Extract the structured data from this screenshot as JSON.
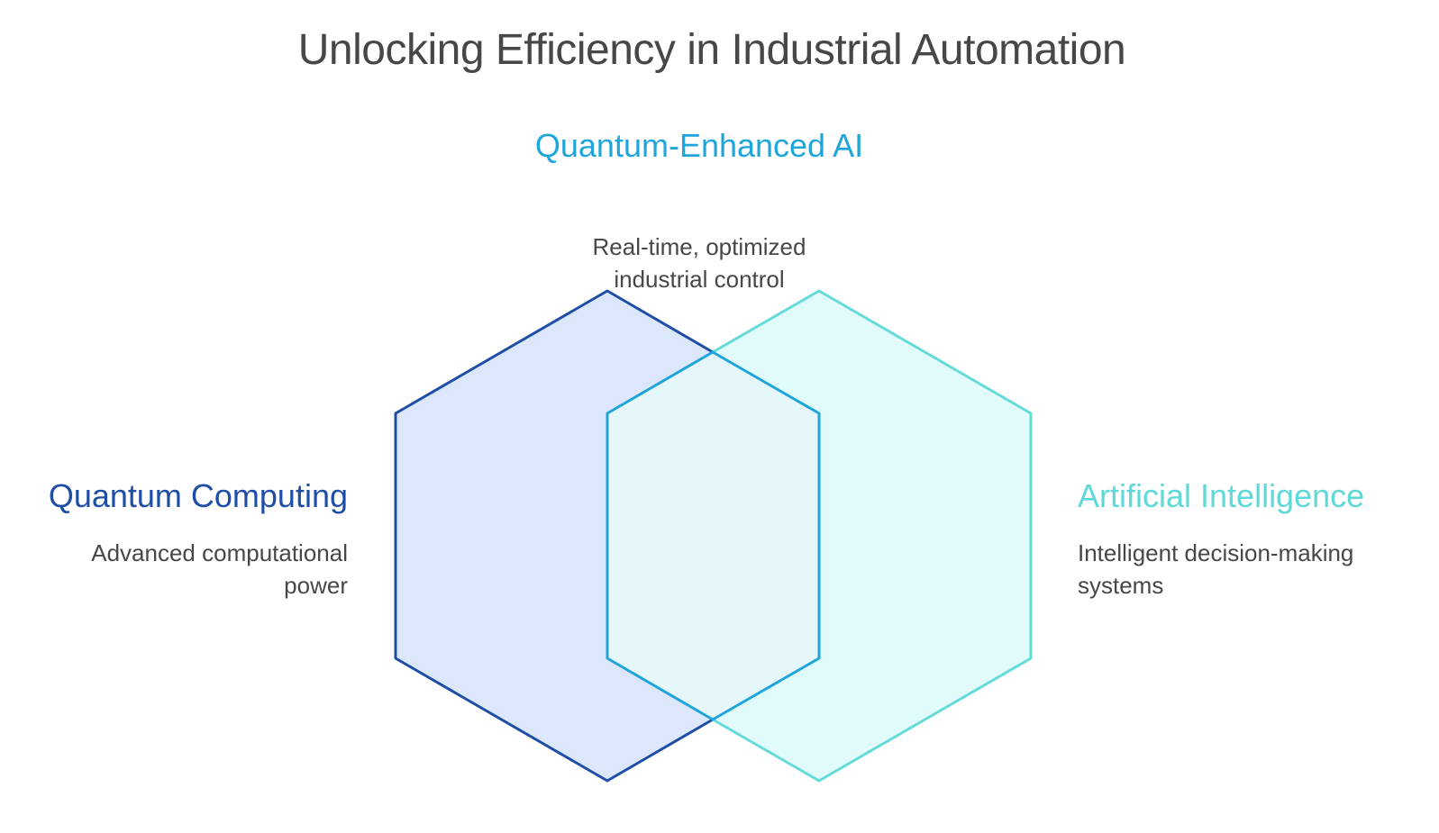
{
  "title": "Unlocking Efficiency in Industrial Automation",
  "diagram": {
    "type": "venn-hexagon",
    "sets": [
      {
        "name": "Quantum Computing",
        "description": "Advanced computational power",
        "stroke": "#1f4ea7",
        "fill": "#dce7fb"
      },
      {
        "name": "Artificial Intelligence",
        "description": "Intelligent decision-making systems",
        "stroke": "#64dbd8",
        "fill": "#e0fbf9"
      }
    ],
    "intersection": {
      "name": "Quantum-Enhanced AI",
      "description": "Real-time, optimized industrial control",
      "stroke": "#1fa5d9",
      "fill": "#e6f7fc"
    }
  }
}
